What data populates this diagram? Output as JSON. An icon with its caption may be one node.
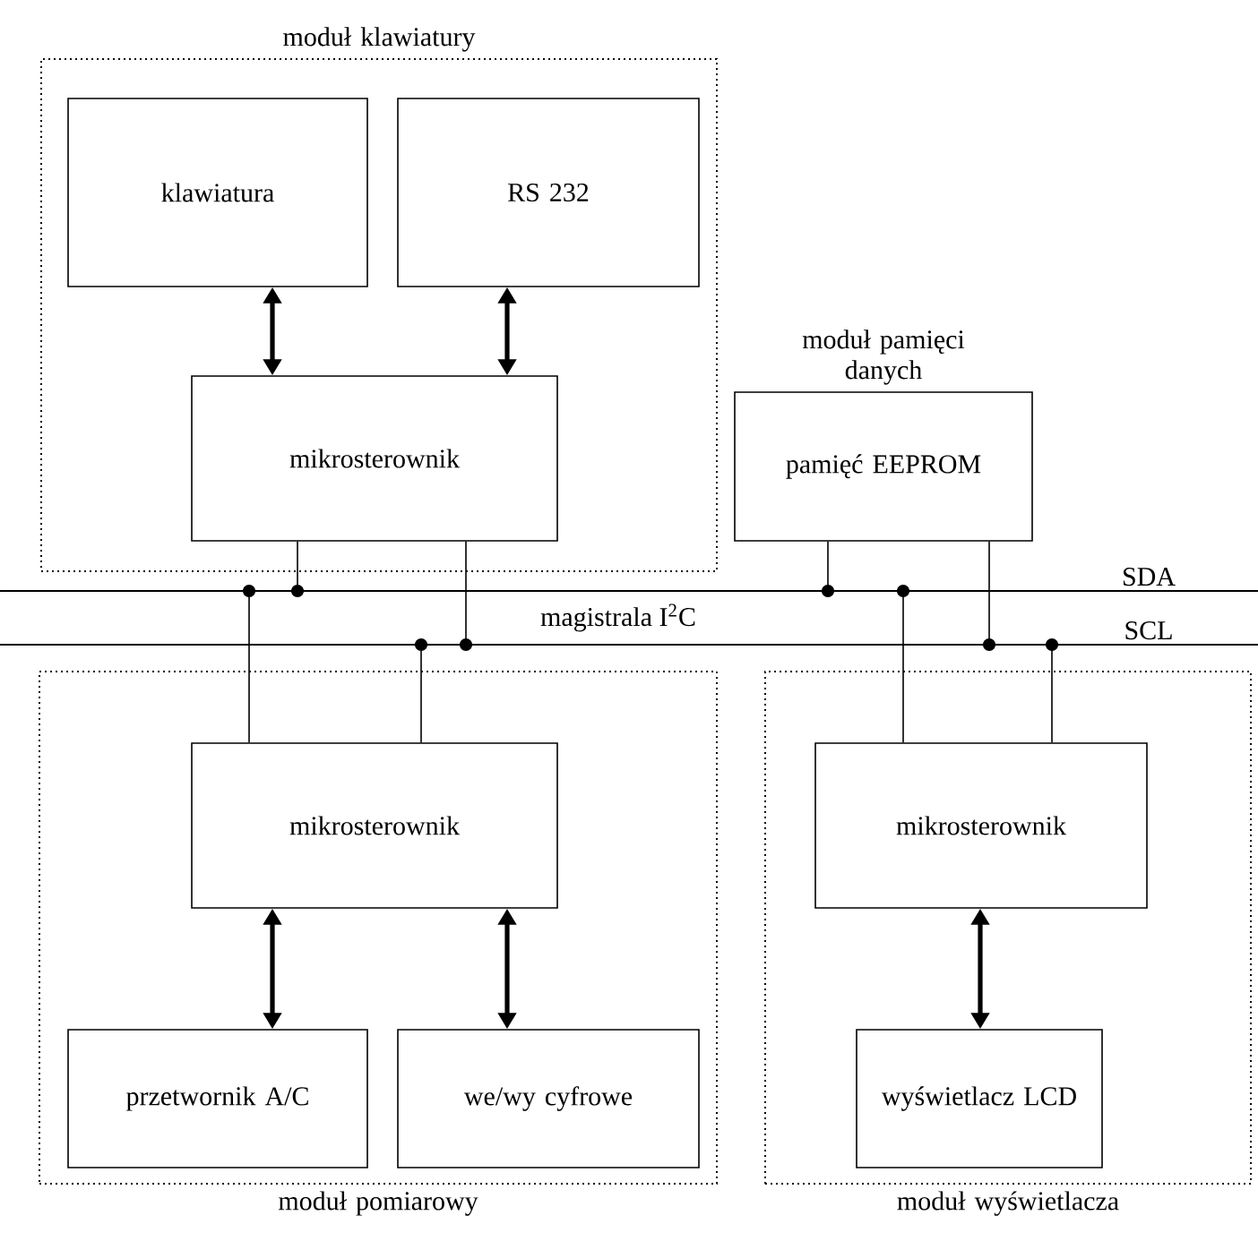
{
  "diagram": {
    "nodes": [
      {
        "text": [
          "moduł klawiatury"
        ]
      },
      {
        "text": [
          "klawiatura"
        ],
        "in": 0
      },
      {
        "text": [
          "RS 232"
        ],
        "in": 0
      },
      {
        "text": [
          "mikrosterownik"
        ],
        "in": 0
      },
      {
        "text": [
          "moduł pamięci danych",
          "pamięć EEPROM"
        ]
      },
      {
        "text": [
          "SDA"
        ]
      },
      {
        "text": [
          "SCL"
        ]
      },
      {
        "text": [
          "moduł pomiarowy"
        ]
      },
      {
        "text": [
          "mikrosterownik"
        ],
        "in": 7
      },
      {
        "text": [
          "przetwornik A/C"
        ],
        "in": 7
      },
      {
        "text": [
          "we/wy cyfrowe"
        ],
        "in": 7
      },
      {
        "text": [
          "moduł wyświetlacza"
        ]
      },
      {
        "text": [
          "mikrosterownik"
        ],
        "in": 11
      },
      {
        "text": [
          "wyświetlacz LCD"
        ],
        "in": 11
      }
    ],
    "edges": [
      {
        "from": 1,
        "to": 3,
        "arrow": "both",
        "style": "thick"
      },
      {
        "from": 2,
        "to": 3,
        "arrow": "both",
        "style": "thick"
      },
      {
        "from": 3,
        "to": 5,
        "arrow": "other"
      },
      {
        "from": 3,
        "to": 6,
        "arrow": "other"
      },
      {
        "from": 4,
        "to": 5,
        "arrow": "other"
      },
      {
        "from": 4,
        "to": 6,
        "arrow": "other"
      },
      {
        "from": 8,
        "to": 5,
        "arrow": "other"
      },
      {
        "from": 8,
        "to": 6,
        "arrow": "other"
      },
      {
        "from": 12,
        "to": 5,
        "arrow": "other"
      },
      {
        "from": 12,
        "to": 6,
        "arrow": "other"
      },
      {
        "from": 8,
        "to": 9,
        "arrow": "both",
        "style": "thick"
      },
      {
        "from": 8,
        "to": 10,
        "arrow": "both",
        "style": "thick"
      },
      {
        "from": 12,
        "to": 13,
        "arrow": "both",
        "style": "thick"
      }
    ],
    "labels": [
      "magistrala I$^{2}$C"
    ]
  }
}
